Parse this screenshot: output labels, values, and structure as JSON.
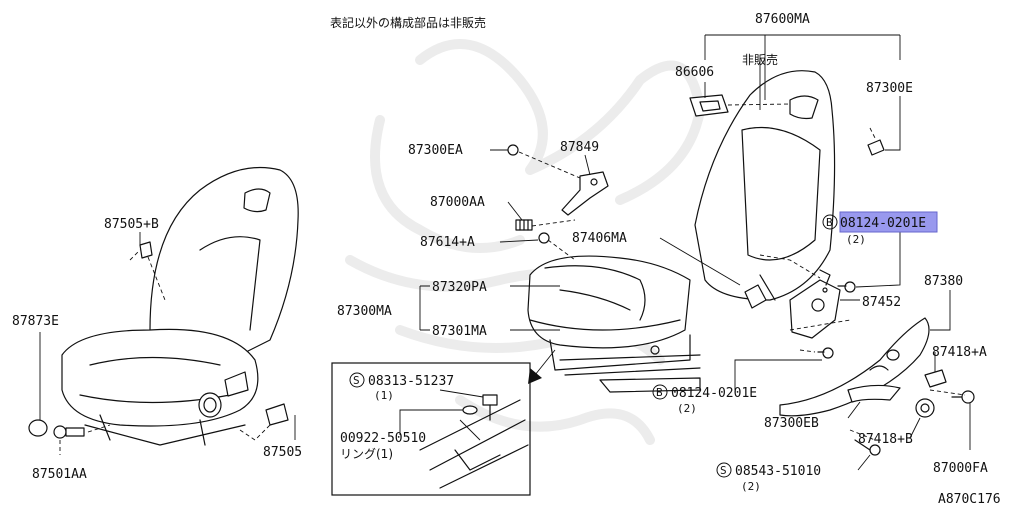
{
  "header": {
    "note": "表記以外の構成部品は非販売"
  },
  "footer": {
    "diagram_code": "A870C176"
  },
  "highlight_color": "#9999ee",
  "labels": {
    "p87600MA": "87600MA",
    "not_sold": "非販売",
    "p86606": "86606",
    "p87300E": "87300E",
    "p87300EA": "87300EA",
    "p87849": "87849",
    "p87000AA": "87000AA",
    "p87614A": "87614+A",
    "p87406MA": "87406MA",
    "p08124_0201E_top": "08124-0201E",
    "p08124_0201E_top_qty": "(2)",
    "p87300MA": "87300MA",
    "p87320PA": "87320PA",
    "p87301MA": "87301MA",
    "p87452": "87452",
    "p87380": "87380",
    "p87418A": "87418+A",
    "p08124_0201E_bottom": "08124-0201E",
    "p08124_0201E_bottom_qty": "(2)",
    "p87300EB": "87300EB",
    "p87418B": "87418+B",
    "p08543_51010": "08543-51010",
    "p08543_51010_qty": "(2)",
    "p87000FA": "87000FA",
    "p87505B": "87505+B",
    "p87873E": "87873E",
    "p87501AA": "87501AA",
    "p87505": "87505",
    "p08313_51237": "08313-51237",
    "p08313_51237_qty": "(1)",
    "p00922_50510": "00922-50510",
    "ring": "リング(1)",
    "circle_B": "B",
    "circle_S": "S"
  }
}
